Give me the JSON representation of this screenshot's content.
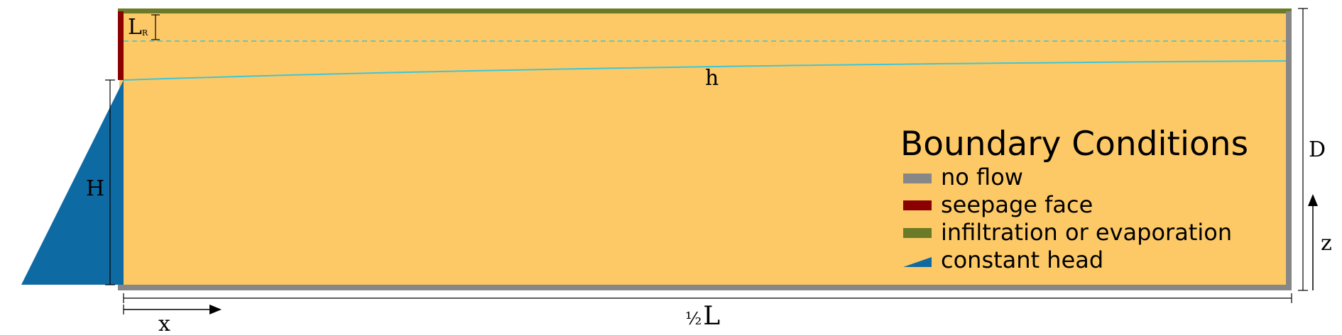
{
  "diagram": {
    "labels": {
      "lr_main": "L",
      "lr_sub": "R",
      "h": "h",
      "H": "H",
      "D": "D",
      "z": "z",
      "x": "x",
      "half": "½",
      "L": "L"
    }
  },
  "legend": {
    "title": "Boundary Conditions",
    "items": [
      {
        "label": "no flow",
        "color": "#878787",
        "icon": "gray-bar"
      },
      {
        "label": "seepage face",
        "color": "#8b0000",
        "icon": "dark-red-bar"
      },
      {
        "label": "infiltration or evaporation",
        "color": "#6b7a26",
        "icon": "olive-bar"
      },
      {
        "label": "constant head",
        "color": "#0e6aa3",
        "icon": "blue-wedge"
      }
    ]
  },
  "colors": {
    "soil": "#fdc966",
    "constant_head": "#0e6aa3",
    "no_flow": "#878787",
    "seepage_face": "#8b0000",
    "infiltration": "#6b7a26",
    "water_table": "#3dc6d8",
    "lines": "#000000"
  }
}
